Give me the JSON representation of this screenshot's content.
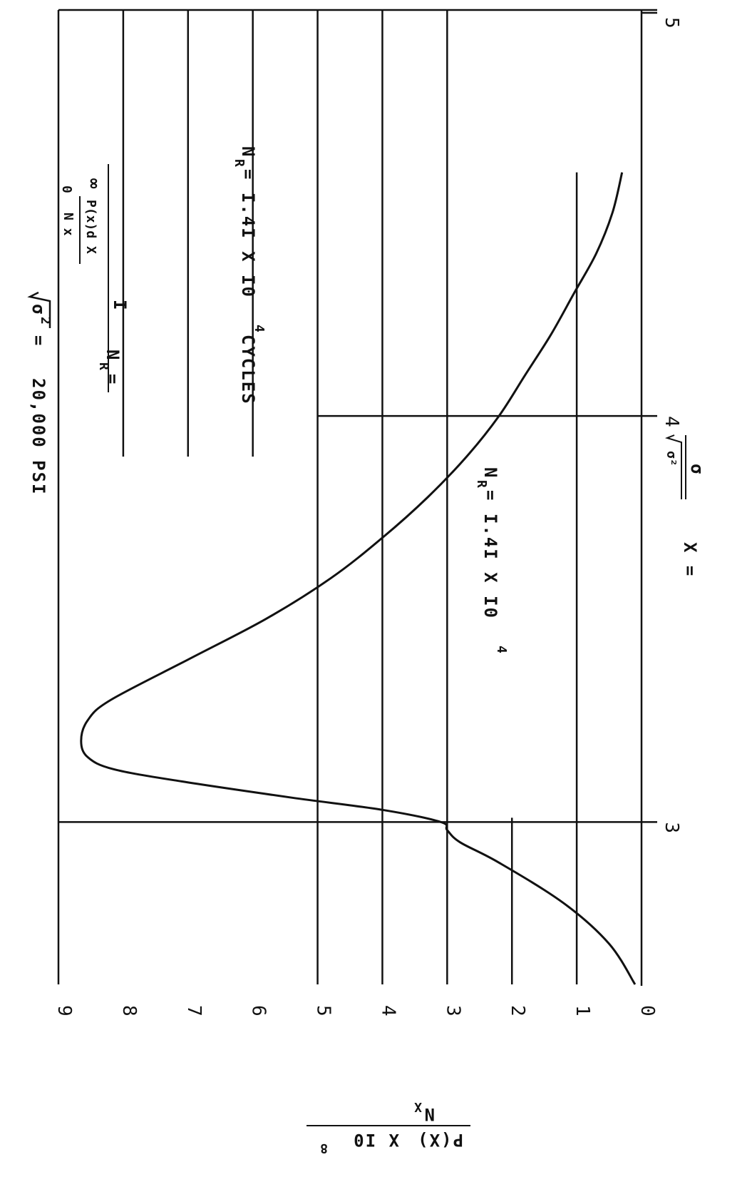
{
  "chart_data": {
    "type": "line",
    "title": "√σ̄²  =   20,000 PSI",
    "xlabel": "X  =  σ / √σ̄²",
    "ylabel": "P(X) / N_X  X 10⁸",
    "xlim": [
      2.6,
      5
    ],
    "ylim": [
      0,
      9
    ],
    "x_ticks": [
      "3",
      "4",
      "5"
    ],
    "y_ticks": [
      "0",
      "1",
      "2",
      "3",
      "4",
      "5",
      "6",
      "7",
      "8",
      "9"
    ],
    "grid": true,
    "x": [
      2.6,
      2.7,
      2.8,
      2.9,
      2.95,
      2.98,
      3.0,
      3.03,
      3.06,
      3.1,
      3.13,
      3.16,
      3.2,
      3.25,
      3.3,
      3.4,
      3.5,
      3.6,
      3.7,
      3.8,
      3.9,
      4.0,
      4.1,
      4.2,
      4.3,
      4.4,
      4.5,
      4.6
    ],
    "values": [
      0.1,
      0.5,
      1.2,
      2.2,
      2.8,
      3.0,
      3.1,
      4.0,
      5.4,
      7.1,
      8.15,
      8.55,
      8.65,
      8.55,
      8.2,
      7.0,
      5.8,
      4.8,
      4.0,
      3.3,
      2.7,
      2.2,
      1.8,
      1.4,
      1.05,
      0.7,
      0.45,
      0.3
    ],
    "annotations": {
      "nr_formula_lhs": "N",
      "nr_sub": "R",
      "nr_eq": " =",
      "formula_num": "I",
      "formula_int_upper": "∞",
      "formula_int_lower": "0",
      "formula_integrand": "P(x)d X",
      "formula_den": "N x",
      "nr_value_1_eq": " = I.4I  X  I0",
      "nr_value_1_exp": "4",
      "nr_value_1_unit": " CYCLES",
      "nr_value_2_eq": " = I.4I  X  I0",
      "nr_value_2_exp": "4"
    },
    "labels": {
      "title_text": "20,000 PSI",
      "x_lhs": "X  =",
      "x_num": "σ",
      "x_den": "σ²",
      "y_num": "P(X)",
      "y_mid": "X  I0",
      "y_exp": "8",
      "y_den": "N",
      "y_den_sub": "X"
    }
  }
}
